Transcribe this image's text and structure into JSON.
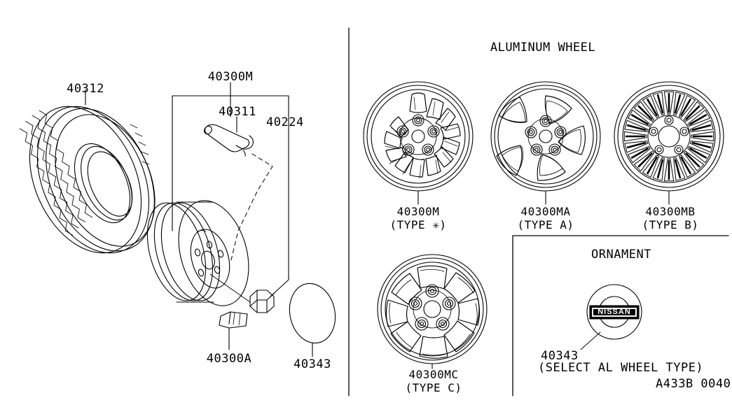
{
  "diagram": {
    "drawing_code": "A433B 0040",
    "section_heading_aluminum": "ALUMINUM WHEEL",
    "section_heading_ornament": "ORNAMENT"
  },
  "left_panel": {
    "tire": {
      "part_no": "40312",
      "name": "tire-assembly"
    },
    "bracket": {
      "part_no": "40300M",
      "name": "road-wheel-bracket"
    },
    "valve": {
      "part_no": "40311",
      "name": "valve-stem"
    },
    "nut": {
      "part_no": "40224",
      "name": "wheel-nut"
    },
    "weight": {
      "part_no": "40300A",
      "name": "balance-weight"
    },
    "cap": {
      "part_no": "40343",
      "name": "ornament-cap"
    }
  },
  "aluminum_wheels": [
    {
      "part_no": "40300M",
      "type": "(TYPE ✳)",
      "name": "wheel-type-star"
    },
    {
      "part_no": "40300MA",
      "type": "(TYPE A)",
      "name": "wheel-type-a"
    },
    {
      "part_no": "40300MB",
      "type": "(TYPE B)",
      "name": "wheel-type-b"
    },
    {
      "part_no": "40300MC",
      "type": "(TYPE C)",
      "name": "wheel-type-c"
    }
  ],
  "ornament": {
    "part_no": "40343",
    "note": "(SELECT AL WHEEL TYPE)",
    "badge_text": "NISSAN"
  }
}
